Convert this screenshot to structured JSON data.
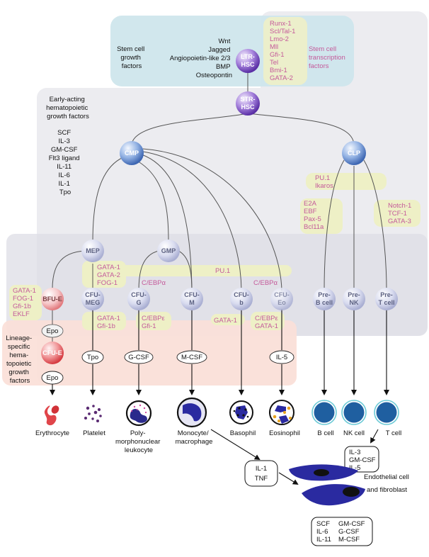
{
  "regions": {
    "stem_cell_growth_factors": [
      "Stem cell",
      "growth",
      "factors"
    ],
    "stem_cell_transcription_factors": [
      "Stem cell",
      "transcription",
      "factors"
    ],
    "early_acting_heading": [
      "Early-acting",
      "hematopoietic",
      "growth factors"
    ],
    "lineage_specific": [
      "Lineage-",
      "specific",
      "hema-",
      "topoietic",
      "growth",
      "factors"
    ]
  },
  "stem_cell_factors": [
    "Wnt",
    "Jagged",
    "Angiopoietin-like 2/3",
    "BMP",
    "Osteopontin"
  ],
  "stem_tf": [
    "Runx-1",
    "Scl/Tal-1",
    "Lmo-2",
    "Mll",
    "Gfi-1",
    "Tel",
    "Bmi-1",
    "GATA-2"
  ],
  "early_factors": [
    "SCF",
    "IL-3",
    "GM-CSF",
    "Flt3 ligand",
    "IL-11",
    "IL-6",
    "IL-1",
    "Tpo"
  ],
  "nodes": {
    "ltr_hsc": [
      "LTR-",
      "HSC"
    ],
    "str_hsc": [
      "STR-",
      "HSC"
    ],
    "cmp": "CMP",
    "clp": "CLP",
    "mep": "MEP",
    "gmp": "GMP",
    "bfu_e": "BFU-E",
    "cfu_meg": [
      "CFU-",
      "MEG"
    ],
    "cfu_g": [
      "CFU-",
      "G"
    ],
    "cfu_m": [
      "CFU-",
      "M"
    ],
    "cfu_b": [
      "CFU-",
      "b"
    ],
    "cfu_eo": [
      "CFU-",
      "Eo"
    ],
    "pre_b": [
      "Pre-",
      "B cell"
    ],
    "pre_nk": [
      "Pre-",
      "NK"
    ],
    "pre_t": [
      "Pre-",
      "T cell"
    ],
    "cfu_e": "CFU-E"
  },
  "transcription_factors": {
    "clp_pu1": [
      "PU.1",
      "Ikaros"
    ],
    "b_line": [
      "E2A",
      "EBF",
      "Pax-5",
      "Bcl11a"
    ],
    "t_line": [
      "Notch-1",
      "TCF-1",
      "GATA-3"
    ],
    "bfu": [
      "GATA-1",
      "FOG-1",
      "Gfi-1b",
      "EKLF"
    ],
    "mep": [
      "GATA-1",
      "GATA-2",
      "FOG-1"
    ],
    "pu1_band": "PU.1",
    "cebpa_g": "C/EBPα",
    "cebpa_eo": "C/EBPα",
    "meg": [
      "GATA-1",
      "Gfi-1b"
    ],
    "g": [
      "C/EBPε",
      "Gfi-1"
    ],
    "b": "GATA-1",
    "eo": [
      "C/EBPε",
      "GATA-1"
    ]
  },
  "growth_factor_tags": {
    "epo_top": "Epo",
    "epo_bottom": "Epo",
    "tpo": "Tpo",
    "gcsf": "G-CSF",
    "mcsf": "M-CSF",
    "il5": "IL-5"
  },
  "cell_labels": {
    "erythrocyte": "Erythrocyte",
    "platelet": "Platelet",
    "pmn": [
      "Poly-",
      "morphonuclear",
      "leukocyte"
    ],
    "monocyte": [
      "Monocyte/",
      "macrophage"
    ],
    "basophil": "Basophil",
    "eosinophil": "Eosinophil",
    "b_cell": "B cell",
    "nk_cell": "NK cell",
    "t_cell": "T cell"
  },
  "boxes": {
    "t_cell_cytokines": [
      "IL-3",
      "GM-CSF",
      "IL-5"
    ],
    "il1_tnf": [
      "IL-1",
      "TNF"
    ],
    "endothelial_label": [
      "Endothelial cell",
      "and fibroblast"
    ],
    "endo_out_left": [
      "SCF",
      "IL-6",
      "IL-11"
    ],
    "endo_out_right": [
      "GM-CSF",
      "G-CSF",
      "M-CSF"
    ]
  },
  "colors": {
    "stem_region": "#cfe6ec",
    "early_region": "#ececf0",
    "lineage_region": "#fbe0d8",
    "tf_band": "#eef0c6",
    "tf_text": "#c45a9a",
    "stem_node": "#7a4ec2",
    "progenitor_node": "#4f79c0",
    "bfu_node": "#e0585c",
    "lymph_cell": "#1f5fa0"
  }
}
